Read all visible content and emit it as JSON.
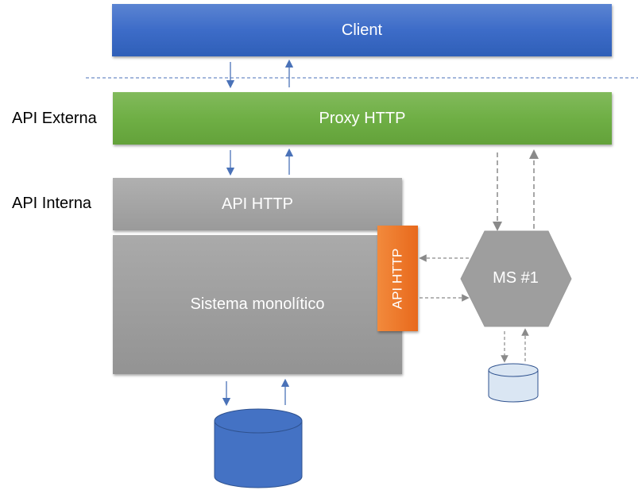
{
  "diagram": {
    "client": "Client",
    "proxy": "Proxy HTTP",
    "api_http": "API HTTP",
    "monolith": "Sistema monolítico",
    "monolith_api": "API HTTP",
    "microservice": "MS #1",
    "layer_labels": {
      "external": "API Externa",
      "internal": "API Interna"
    },
    "colors": {
      "client": "#3d6cc8",
      "proxy": "#6faf45",
      "gray": "#9e9e9e",
      "orange": "#ee7a2c",
      "db_main": "#4472c4",
      "db_ms": "#dae6f3",
      "arrow_blue": "#4a72b8",
      "arrow_gray": "#8a8a8a"
    }
  }
}
